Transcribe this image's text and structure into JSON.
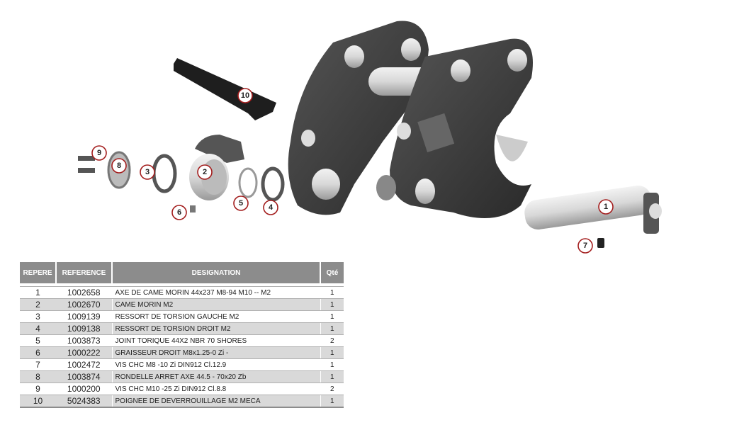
{
  "table": {
    "headers": [
      "REPERE",
      "REFERENCE",
      "DESIGNATION",
      "Qté"
    ],
    "rows": [
      {
        "repere": "1",
        "reference": "1002658",
        "designation": "AXE DE CAME MORIN 44x237 M8-94 M10 -- M2",
        "qty": "1"
      },
      {
        "repere": "2",
        "reference": "1002670",
        "designation": "CAME MORIN M2",
        "qty": "1"
      },
      {
        "repere": "3",
        "reference": "1009139",
        "designation": "RESSORT DE TORSION GAUCHE M2",
        "qty": "1"
      },
      {
        "repere": "4",
        "reference": "1009138",
        "designation": "RESSORT DE TORSION DROIT M2",
        "qty": "1"
      },
      {
        "repere": "5",
        "reference": "1003873",
        "designation": "JOINT TORIQUE 44X2 NBR 70 SHORES",
        "qty": "2"
      },
      {
        "repere": "6",
        "reference": "1000222",
        "designation": "GRAISSEUR DROIT M8x1.25-0 Zi  -",
        "qty": "1"
      },
      {
        "repere": "7",
        "reference": "1002472",
        "designation": "VIS CHC M8 -10 Zi DIN912 Cl.12.9",
        "qty": "1"
      },
      {
        "repere": "8",
        "reference": "1003874",
        "designation": "RONDELLE ARRET AXE 44.5 - 70x20 Zb",
        "qty": "1"
      },
      {
        "repere": "9",
        "reference": "1000200",
        "designation": "VIS CHC M10 -25 Zi DIN912 Cl.8.8",
        "qty": "2"
      },
      {
        "repere": "10",
        "reference": "5024383",
        "designation": "POIGNEE DE DEVERROUILLAGE M2 MECA",
        "qty": "1"
      }
    ]
  },
  "callouts": [
    "1",
    "2",
    "3",
    "4",
    "5",
    "6",
    "7",
    "8",
    "9",
    "10"
  ],
  "colors": {
    "callout_ring": "#a31d1d",
    "header_bg": "#8c8c8c",
    "alt_row": "#d9d9d9"
  }
}
